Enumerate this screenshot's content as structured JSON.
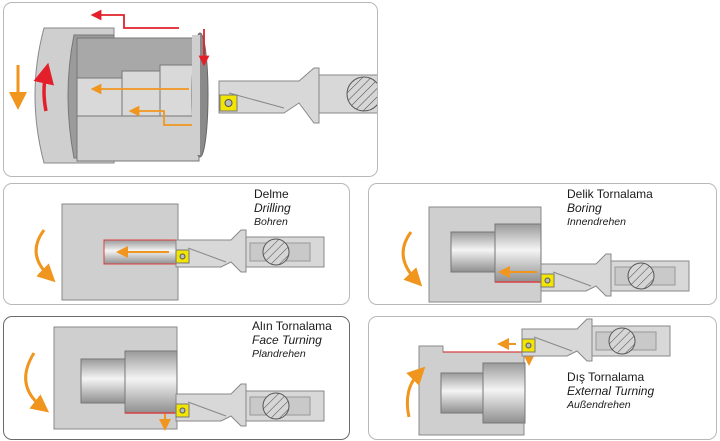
{
  "colors": {
    "workpiece": "#cfcfcf",
    "workpiece_dark": "#8a8a8a",
    "tool": "#d8d8d8",
    "insert": "#f2e600",
    "feed_arrow": "#f0961e",
    "cut_arrow": "#e3202a",
    "cut_line": "#d84040",
    "panel_border": "#b8b8b8"
  },
  "overview": {
    "name": "turning-overview",
    "icons": [
      "workpiece-rotation-arrow",
      "feed-direction-arrows",
      "cutting-tool"
    ]
  },
  "operations": [
    {
      "id": "drilling",
      "tr": "Delme",
      "en": "Drilling",
      "de": "Bohren",
      "selected": false
    },
    {
      "id": "boring",
      "tr": "Delik Tornalama",
      "en": "Boring",
      "de": "Innendrehen",
      "selected": false
    },
    {
      "id": "face-turning",
      "tr": "Alın Tornalama",
      "en": "Face Turning",
      "de": "Plandrehen",
      "selected": true
    },
    {
      "id": "external-turning",
      "tr": "Dış Tornalama",
      "en": "External Turning",
      "de": "Außendrehen",
      "selected": false
    }
  ]
}
